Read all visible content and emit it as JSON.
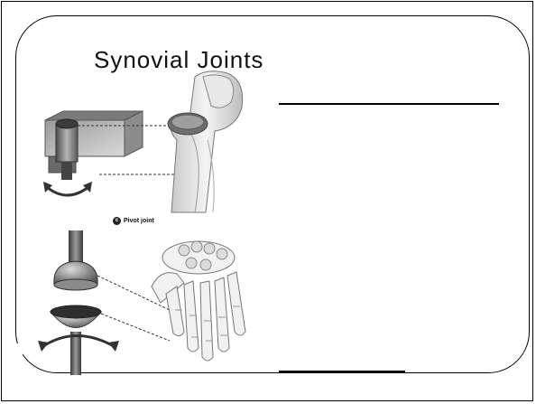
{
  "slide": {
    "title": "Synovial Joints"
  },
  "figures": {
    "pivot": {
      "caption_badge": "c",
      "caption": "Pivot joint"
    }
  }
}
